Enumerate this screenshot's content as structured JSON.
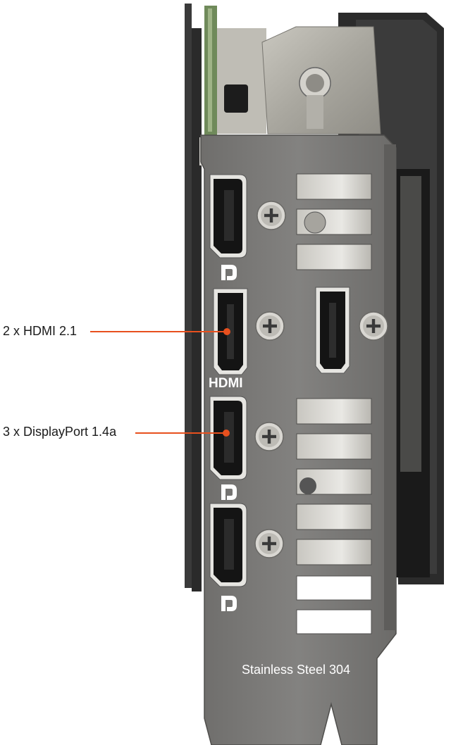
{
  "callouts": {
    "hdmi": {
      "label": "2 x HDMI 2.1"
    },
    "displayport": {
      "label": "3 x DisplayPort 1.4a"
    }
  },
  "bracket": {
    "hdmi_logo_text": "HDMI",
    "material_text": "Stainless Steel 304"
  },
  "icons": {
    "dp_logo": "displayport-logo-icon",
    "screw": "phillips-screw-icon"
  },
  "colors": {
    "accent": "#e8501e",
    "bracket": "#7d7c7a",
    "bracket_dark": "#5d5c5a",
    "port_black": "#111111",
    "card_shroud": "#262626",
    "steel_plate": "#aaa89f"
  }
}
